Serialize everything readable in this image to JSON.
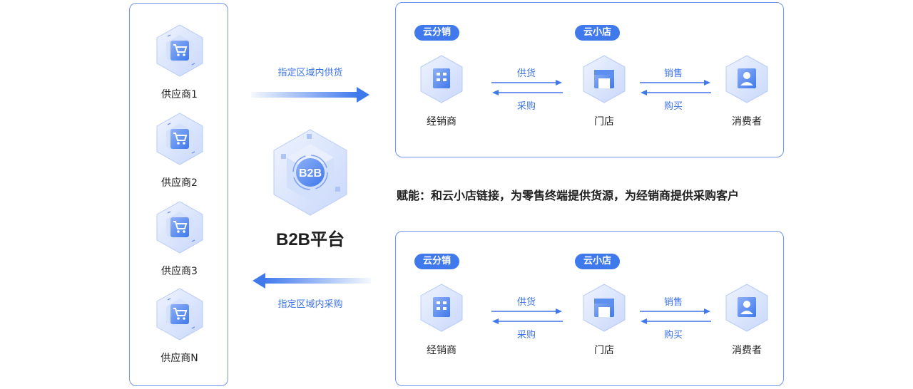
{
  "suppliers": [
    {
      "label": "供应商1"
    },
    {
      "label": "供应商2"
    },
    {
      "label": "供应商3"
    },
    {
      "label": "供应商N"
    }
  ],
  "flows": {
    "supply": "指定区域内供货",
    "purchase": "指定区域内采购"
  },
  "platform": {
    "title": "B2B平台",
    "badge": "B2B"
  },
  "empower_text": "赋能：和云小店链接，为零售终端提供货源，为经销商提供采购客户",
  "scenes": [
    {
      "tag_left": "云分销",
      "tag_right": "云小店",
      "nodes": {
        "distributor": "经销商",
        "store": "门店",
        "consumer": "消费者"
      },
      "links": {
        "supply": "供货",
        "purchase": "采购",
        "sell": "销售",
        "buy": "购买"
      }
    },
    {
      "tag_left": "云分销",
      "tag_right": "云小店",
      "nodes": {
        "distributor": "经销商",
        "store": "门店",
        "consumer": "消费者"
      },
      "links": {
        "supply": "供货",
        "purchase": "采购",
        "sell": "销售",
        "buy": "购买"
      }
    }
  ],
  "colors": {
    "accent": "#3f79ec",
    "border": "#6f95ef",
    "hex_light": "#e4ecfd",
    "hex_mid": "#aec4f6"
  }
}
